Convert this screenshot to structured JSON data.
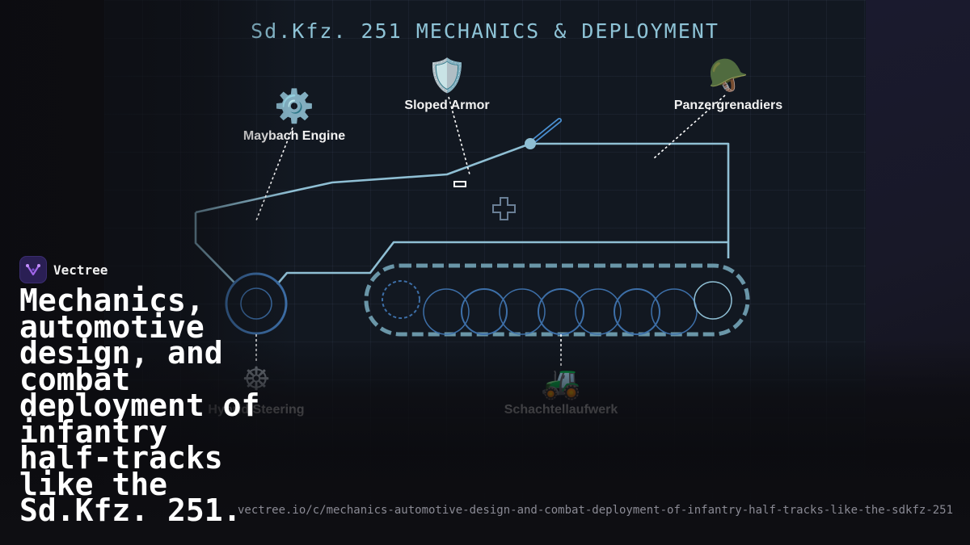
{
  "diagram": {
    "title": "Sd.Kfz. 251 MECHANICS & DEPLOYMENT",
    "callouts": [
      {
        "id": "engine",
        "label": "Maybach Engine",
        "icon": "gear-icon",
        "glyph": "⚙️"
      },
      {
        "id": "armor",
        "label": "Sloped Armor",
        "icon": "shield-icon",
        "glyph": "🛡️"
      },
      {
        "id": "troops",
        "label": "Panzergrenadiers",
        "icon": "helmet-icon",
        "glyph": "🪖"
      },
      {
        "id": "steering",
        "label": "Hybrid Steering",
        "icon": "steering-wheel-icon",
        "glyph": "☸"
      },
      {
        "id": "tracks",
        "label": "Schachtellaufwerk",
        "icon": "tractor-icon",
        "glyph": "🚜"
      }
    ],
    "colors": {
      "outline": "#8fbfd4",
      "wheel": "#3d6fa8",
      "track": "#6a96a8",
      "gun": "#4a8fd0"
    }
  },
  "brand": {
    "name": "Vectree",
    "logo_icon": "vectree-logo-icon"
  },
  "headline": "Mechanics, automotive design, and combat deployment of infantry half-tracks like the Sd.Kfz. 251.",
  "url": "vectree.io/c/mechanics-automotive-design-and-combat-deployment-of-infantry-half-tracks-like-the-sdkfz-251"
}
